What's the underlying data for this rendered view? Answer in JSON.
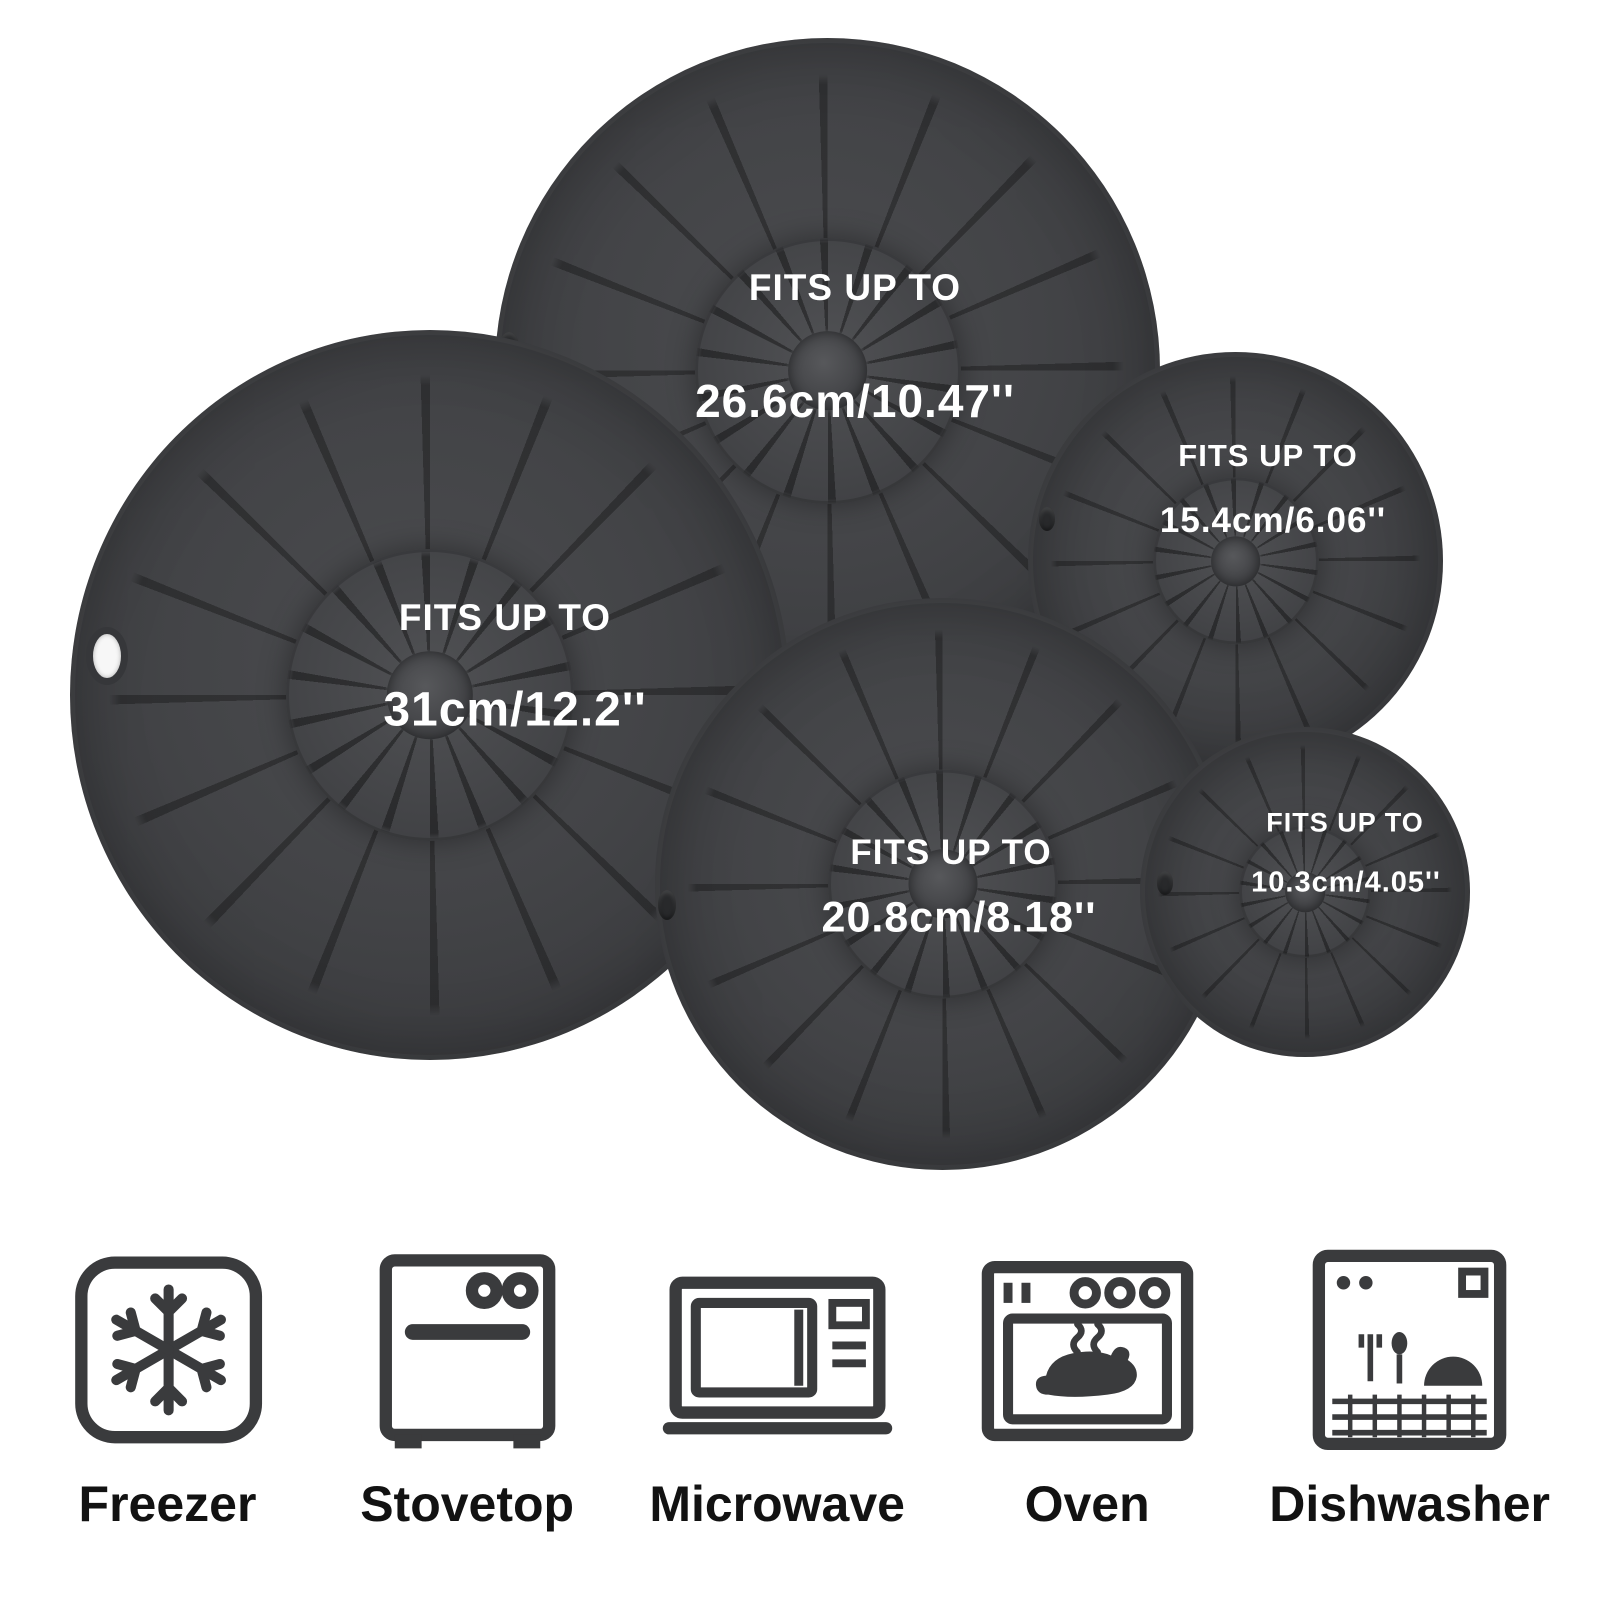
{
  "page": {
    "background": "#ffffff"
  },
  "product": {
    "lids": [
      {
        "id": "lid-31cm",
        "fits": "FITS UP TO",
        "size": "31cm/12.2''"
      },
      {
        "id": "lid-26-6cm",
        "fits": "FITS UP TO",
        "size": "26.6cm/10.47''"
      },
      {
        "id": "lid-15-4cm",
        "fits": "FITS UP TO",
        "size": "15.4cm/6.06''"
      },
      {
        "id": "lid-20-8cm",
        "fits": "FITS UP TO",
        "size": "20.8cm/8.18''"
      },
      {
        "id": "lid-10-3cm",
        "fits": "FITS UP TO",
        "size": "10.3cm/4.05''"
      }
    ],
    "features": [
      {
        "icon": "freezer-icon",
        "label": "Freezer"
      },
      {
        "icon": "stovetop-icon",
        "label": "Stovetop"
      },
      {
        "icon": "microwave-icon",
        "label": "Microwave"
      },
      {
        "icon": "oven-icon",
        "label": "Oven"
      },
      {
        "icon": "dishwasher-icon",
        "label": "Dishwasher"
      }
    ],
    "colors": {
      "lid": "#414245",
      "text_on_lid": "#ffffff",
      "icon": "#3a3b3d",
      "label_text": "#121212",
      "background": "#ffffff"
    }
  }
}
